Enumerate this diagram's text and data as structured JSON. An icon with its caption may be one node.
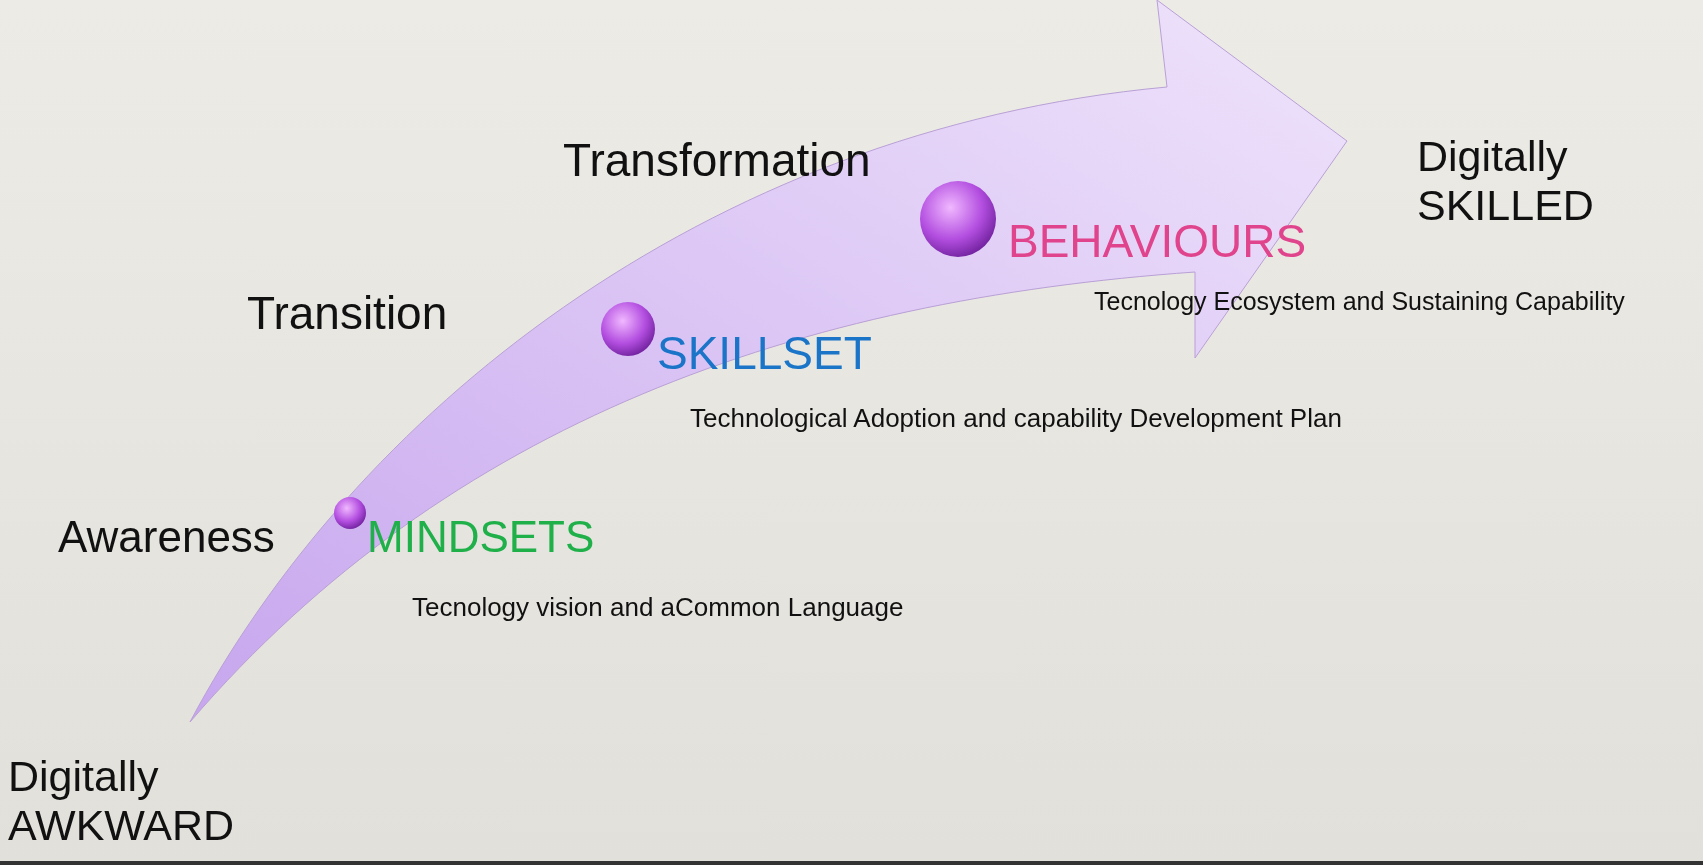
{
  "diagram": {
    "labels": [
      "Digitally SKILLED",
      "Transformation",
      "BEHAVIOURS",
      "Tecnology Ecosystem and Sustaining Capability",
      "Transition",
      "SKILLSET",
      "Technological Adoption and capability Development Plan",
      "Awareness",
      "MINDSETS",
      "Tecnology vision and aCommon Language",
      "Digitally AWKWARD"
    ]
  }
}
